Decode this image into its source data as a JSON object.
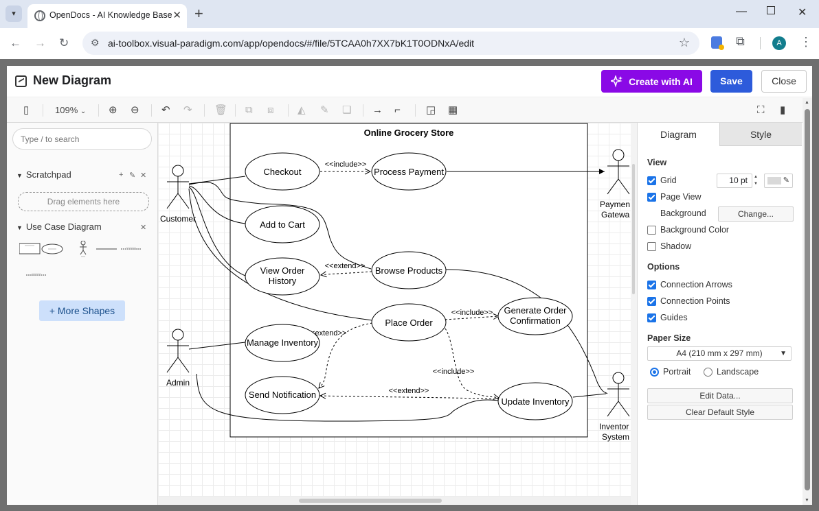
{
  "browser": {
    "tab_title": "OpenDocs - AI Knowledge Base",
    "url": "ai-toolbox.visual-paradigm.com/app/opendocs/#/file/5TCAA0h7XX7bK1T0ODNxA/edit",
    "avatar_letter": "A"
  },
  "app": {
    "title": "New Diagram",
    "create_ai_label": "Create with AI",
    "save_label": "Save",
    "close_label": "Close",
    "zoom": "109%"
  },
  "left_panel": {
    "search_placeholder": "Type / to search",
    "scratchpad_title": "Scratchpad",
    "drag_hint": "Drag elements here",
    "use_case_title": "Use Case Diagram",
    "more_shapes_label": "More Shapes"
  },
  "diagram": {
    "system_title": "Online Grocery Store",
    "actors": {
      "customer": "Customer",
      "admin": "Admin",
      "payment_line1": "Paymen",
      "payment_line2": "Gatewa",
      "inventory_line1": "Inventor",
      "inventory_line2": "System"
    },
    "use_cases": {
      "checkout": "Checkout",
      "process_payment": "Process Payment",
      "add_to_cart": "Add to Cart",
      "view_order_history_1": "View Order",
      "view_order_history_2": "History",
      "browse_products": "Browse Products",
      "place_order": "Place Order",
      "generate_confirmation_1": "Generate Order",
      "generate_confirmation_2": "Confirmation",
      "manage_inventory": "Manage Inventory",
      "send_notification": "Send Notification",
      "update_inventory": "Update Inventory"
    },
    "stereotypes": {
      "include": "<<include>>",
      "extend": "<<extend>>"
    }
  },
  "right_panel": {
    "tab_diagram": "Diagram",
    "tab_style": "Style",
    "view_title": "View",
    "grid_label": "Grid",
    "grid_checked": true,
    "grid_size": "10 pt",
    "page_view_label": "Page View",
    "page_view_checked": true,
    "background_label": "Background",
    "change_label": "Change...",
    "background_color_label": "Background Color",
    "background_color_checked": false,
    "shadow_label": "Shadow",
    "shadow_checked": false,
    "options_title": "Options",
    "connection_arrows_label": "Connection Arrows",
    "connection_arrows_checked": true,
    "connection_points_label": "Connection Points",
    "connection_points_checked": true,
    "guides_label": "Guides",
    "guides_checked": true,
    "paper_size_title": "Paper Size",
    "paper_size_value": "A4 (210 mm x 297 mm)",
    "portrait_label": "Portrait",
    "portrait_selected": true,
    "landscape_label": "Landscape",
    "edit_data_label": "Edit Data...",
    "clear_style_label": "Clear Default Style"
  },
  "colors": {
    "ai_button": "#8a09e6",
    "save_button": "#2d5bdb",
    "accent": "#1a73e8"
  }
}
